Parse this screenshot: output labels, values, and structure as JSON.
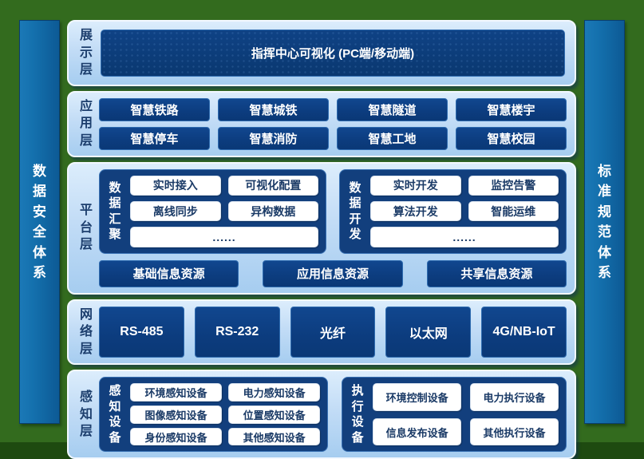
{
  "colors": {
    "page_background": "#336b1e",
    "layer_panel_light_blue": "#bcdaf4",
    "navy_box": "#0c3c7e",
    "group_panel_navy": "#123f7d",
    "sidebar_blue": "#1470ad",
    "label_text_navy": "#1c3e6d",
    "white_button_text": "#1a3a66"
  },
  "sidebars": {
    "left": "数据安全体系",
    "right": "标准规范体系"
  },
  "display_layer": {
    "label": "展示层",
    "main_box": "指挥中心可视化 (PC端/移动端)"
  },
  "application_layer": {
    "label": "应用层",
    "items": [
      "智慧铁路",
      "智慧城铁",
      "智慧隧道",
      "智慧楼宇",
      "智慧停车",
      "智慧消防",
      "智慧工地",
      "智慧校园"
    ]
  },
  "platform_layer": {
    "label": "平台层",
    "groups": [
      {
        "label": "数据汇聚",
        "items": [
          "实时接入",
          "可视化配置",
          "离线同步",
          "异构数据"
        ],
        "more": "......"
      },
      {
        "label": "数据开发",
        "items": [
          "实时开发",
          "监控告警",
          "算法开发",
          "智能运维"
        ],
        "more": "......"
      }
    ],
    "resources": [
      "基础信息资源",
      "应用信息资源",
      "共享信息资源"
    ]
  },
  "network_layer": {
    "label": "网络层",
    "items": [
      "RS-485",
      "RS-232",
      "光纤",
      "以太网",
      "4G/NB-IoT"
    ]
  },
  "perception_layer": {
    "label": "感知层",
    "groups": [
      {
        "label": "感知设备",
        "items": [
          "环境感知设备",
          "电力感知设备",
          "图像感知设备",
          "位置感知设备",
          "身份感知设备",
          "其他感知设备"
        ]
      },
      {
        "label": "执行设备",
        "items": [
          "环境控制设备",
          "电力执行设备",
          "信息发布设备",
          "其他执行设备"
        ]
      }
    ]
  }
}
